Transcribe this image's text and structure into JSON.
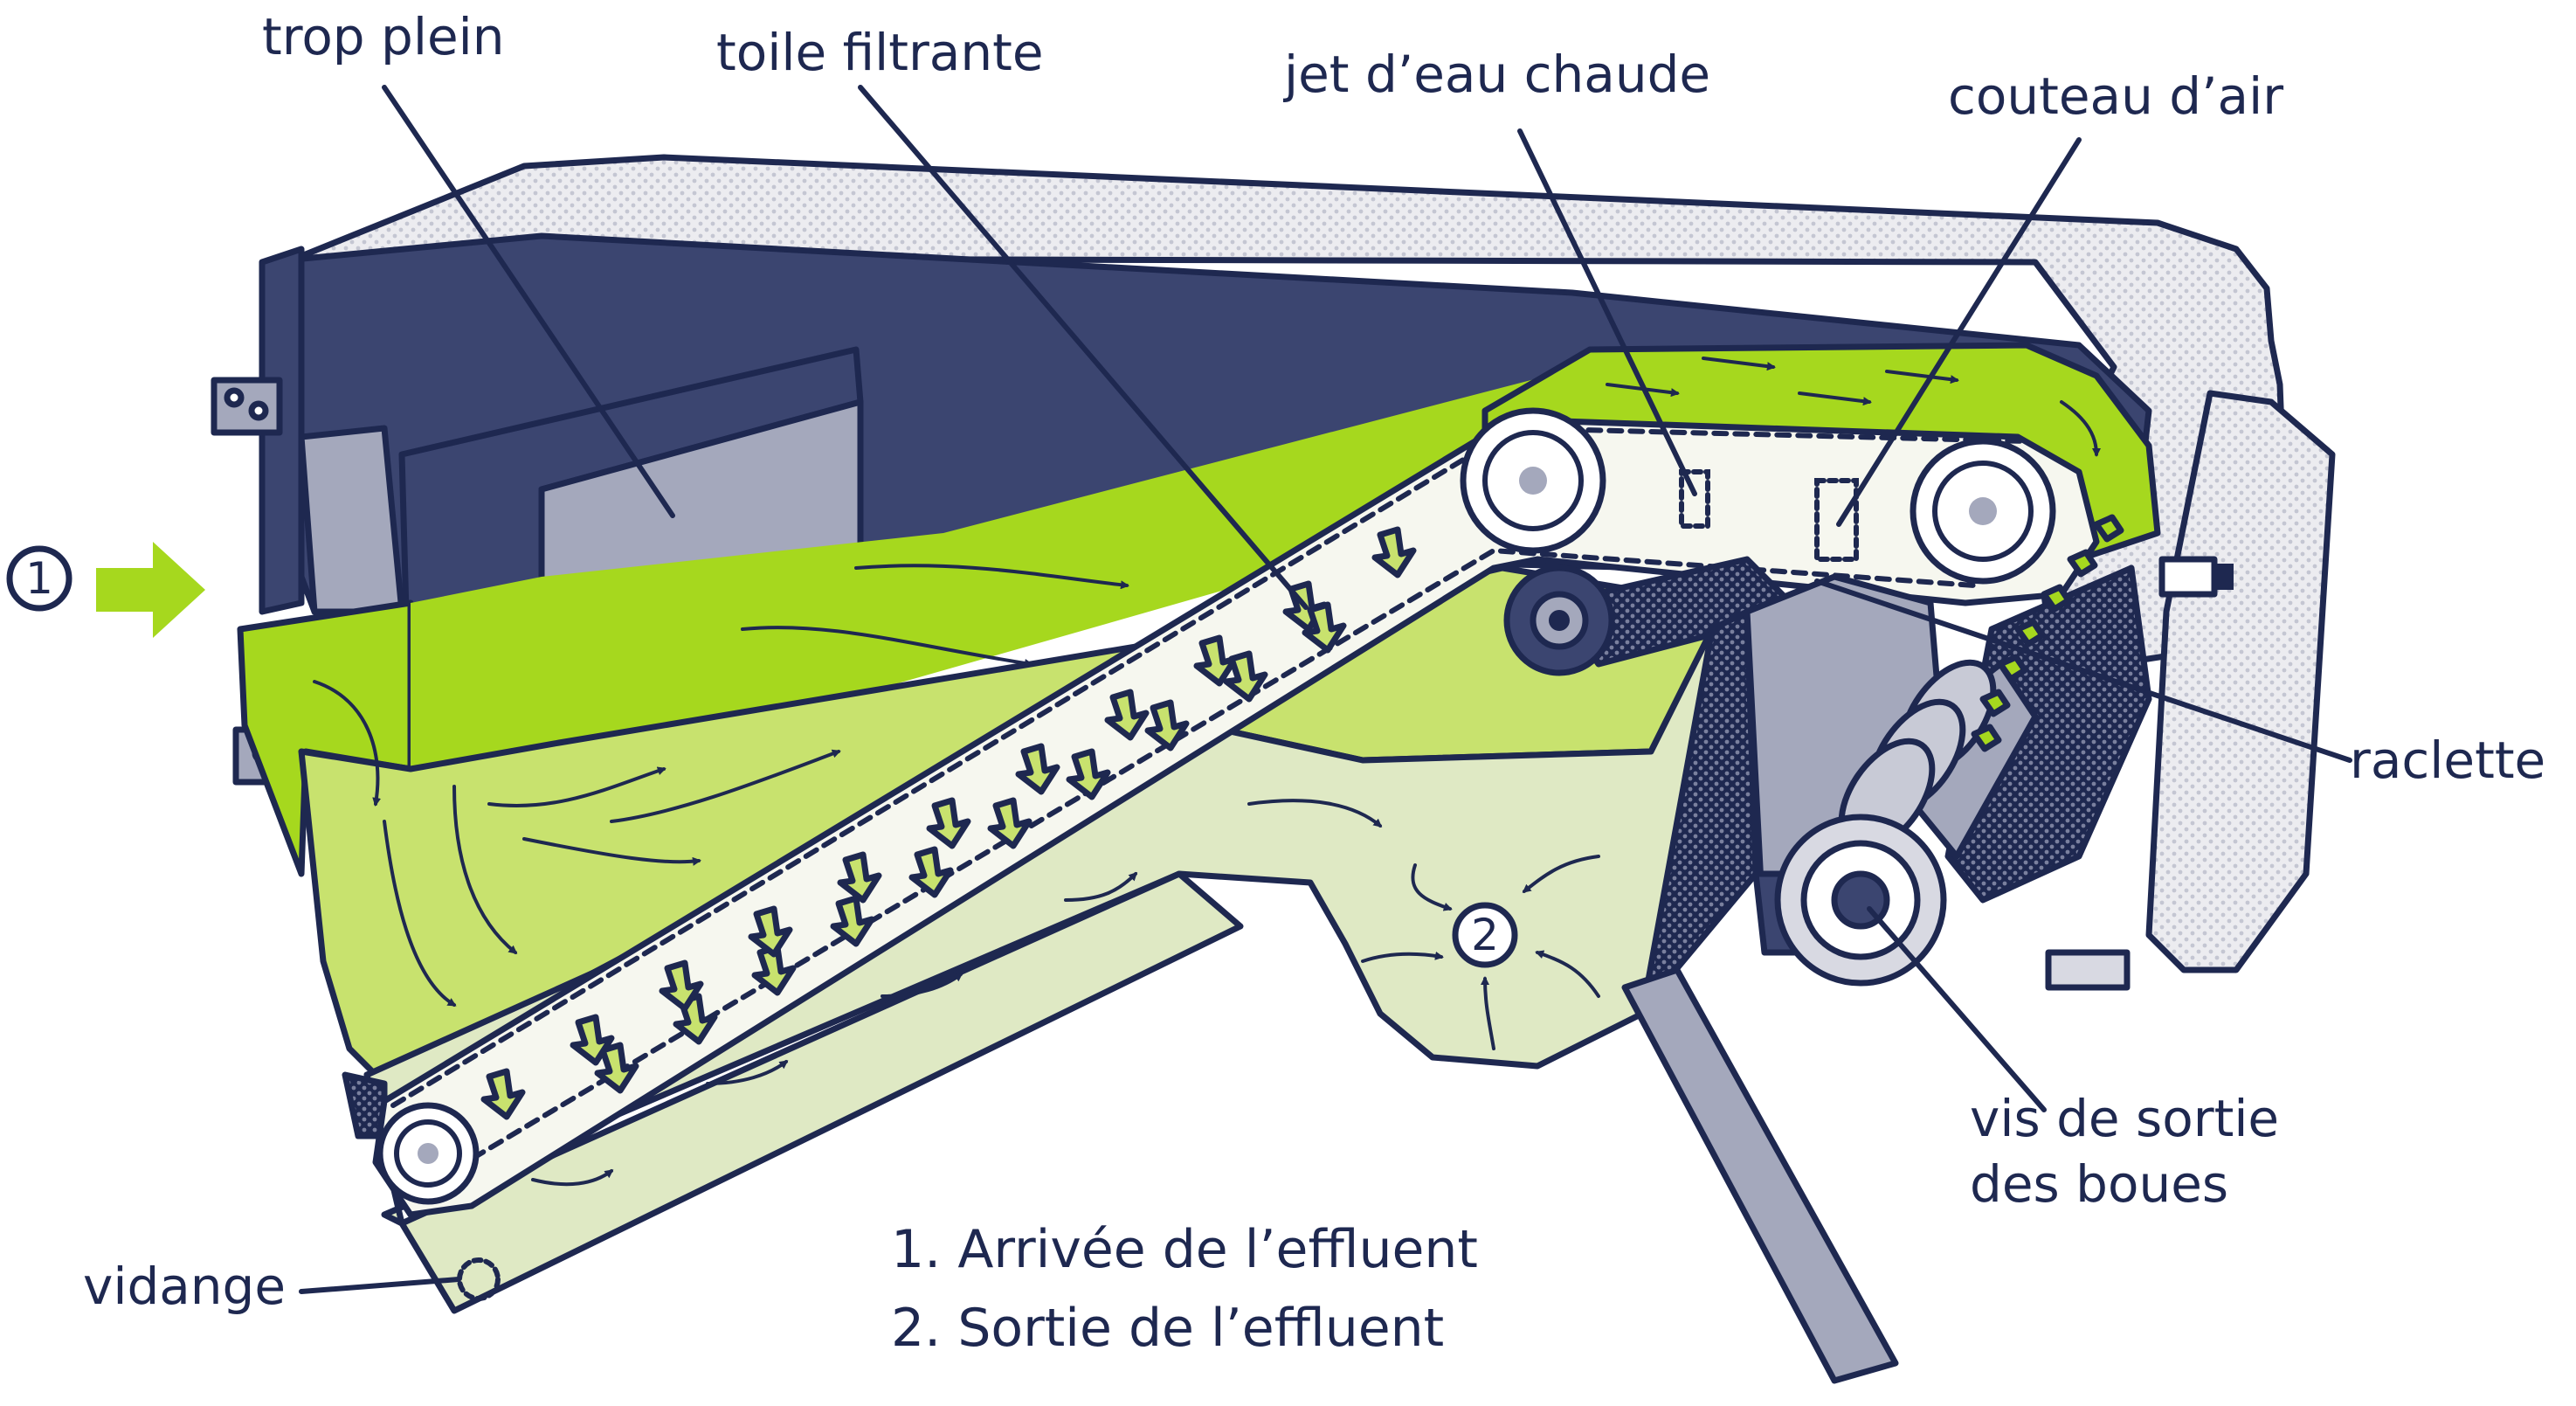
{
  "labels": {
    "trop_plein": "trop plein",
    "toile_filtrante": "toile filtrante",
    "jet_eau": "jet d’eau chaude",
    "couteau_air": "couteau d’air",
    "raclette": "raclette",
    "vis_line1": "vis de sortie",
    "vis_line2": "des boues",
    "vidange": "vidange"
  },
  "markers": {
    "inlet": "1",
    "outlet": "2"
  },
  "legend": {
    "item1": "1. Arrivée de l’effluent",
    "item2": "2. Sortie de l’effluent"
  },
  "colors": {
    "navy": "#1e2850",
    "dark_panel": "#3b4570",
    "grey_panel": "#a4a8bc",
    "light_grey": "#e6e6ea",
    "lime": "#a6d81e",
    "lime_light": "#c8e26e",
    "pale_green": "#dfe9c4",
    "belt": "#f6f7ef",
    "white": "#ffffff"
  }
}
